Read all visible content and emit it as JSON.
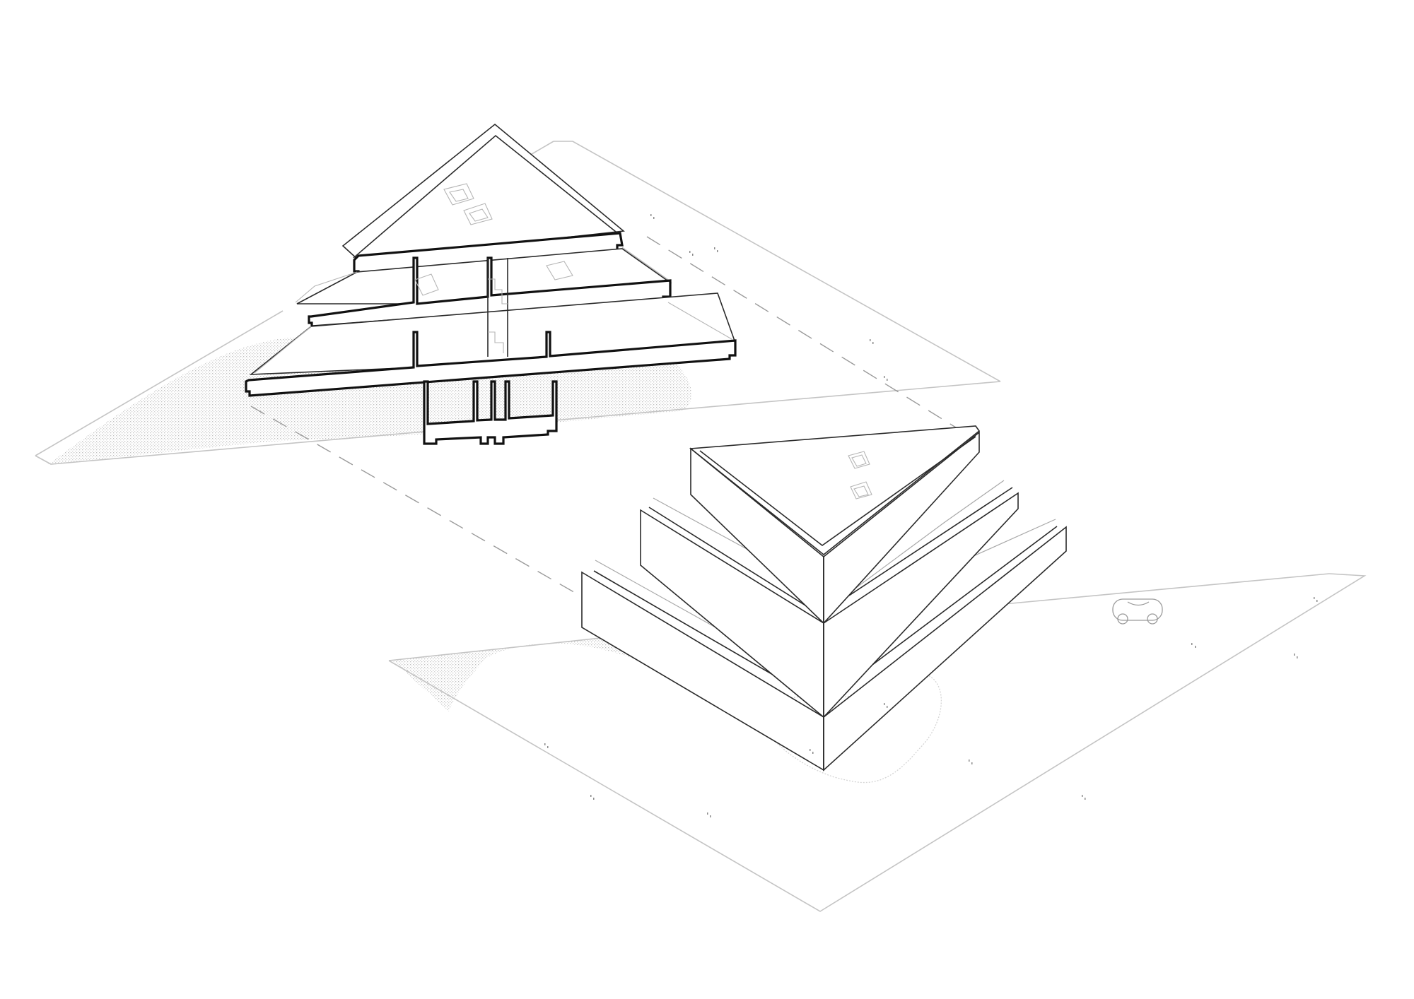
{
  "drawing": {
    "type": "axonometric architectural section and site view",
    "elements": {
      "upper_building": "sectioned stepped triangular house with three cantilevered floors and basement",
      "lower_building": "stepped V-shaped terraced house (three tiers) with skylights and glass railings",
      "site_planes": 2,
      "connector": "dashed projection line linking the two views",
      "vehicle": "small car icon on lower site plane",
      "hatch": "dotted shadow fill on both site planes"
    },
    "colors": {
      "background": "#ffffff",
      "cut_line": "#111111",
      "edge_line": "#2a2a2a",
      "site_line": "#c4c4c4",
      "hatch": "#bdbdbd"
    }
  }
}
